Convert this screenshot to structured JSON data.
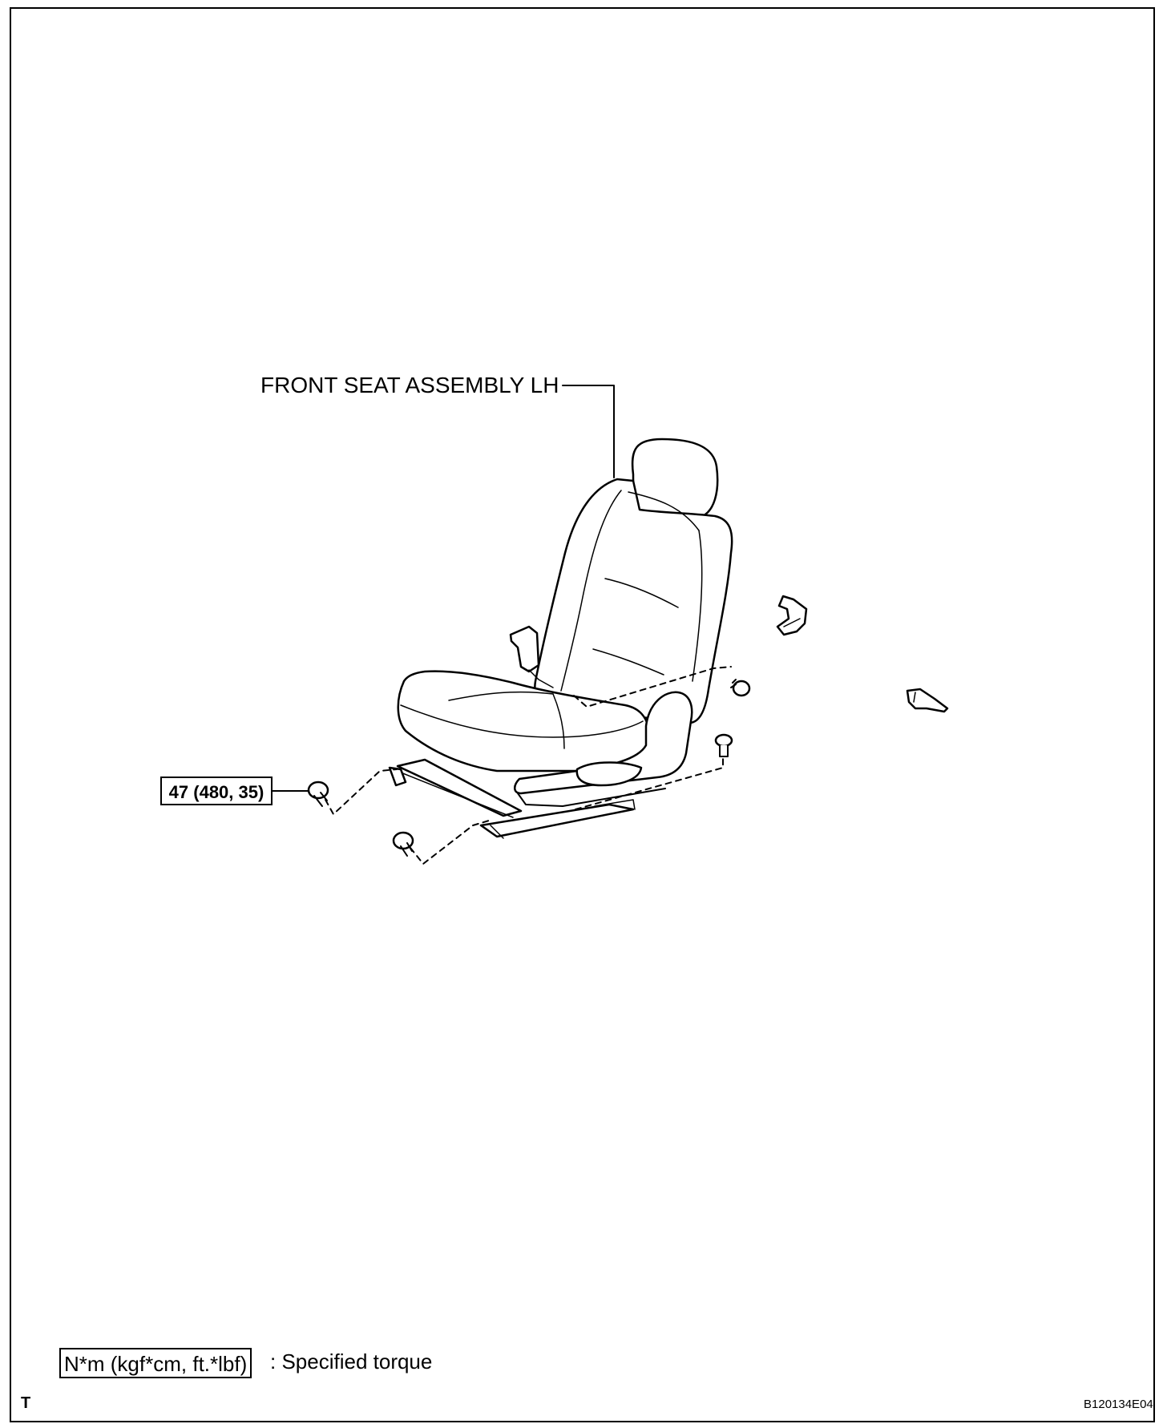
{
  "diagram": {
    "part_label": "FRONT SEAT ASSEMBLY LH",
    "torque_callout": "47 (480, 35)",
    "legend": {
      "unit_box": "N*m (kgf*cm, ft.*lbf)",
      "description": ": Specified torque"
    },
    "corner_mark": "T",
    "figure_code": "B120134E04"
  }
}
